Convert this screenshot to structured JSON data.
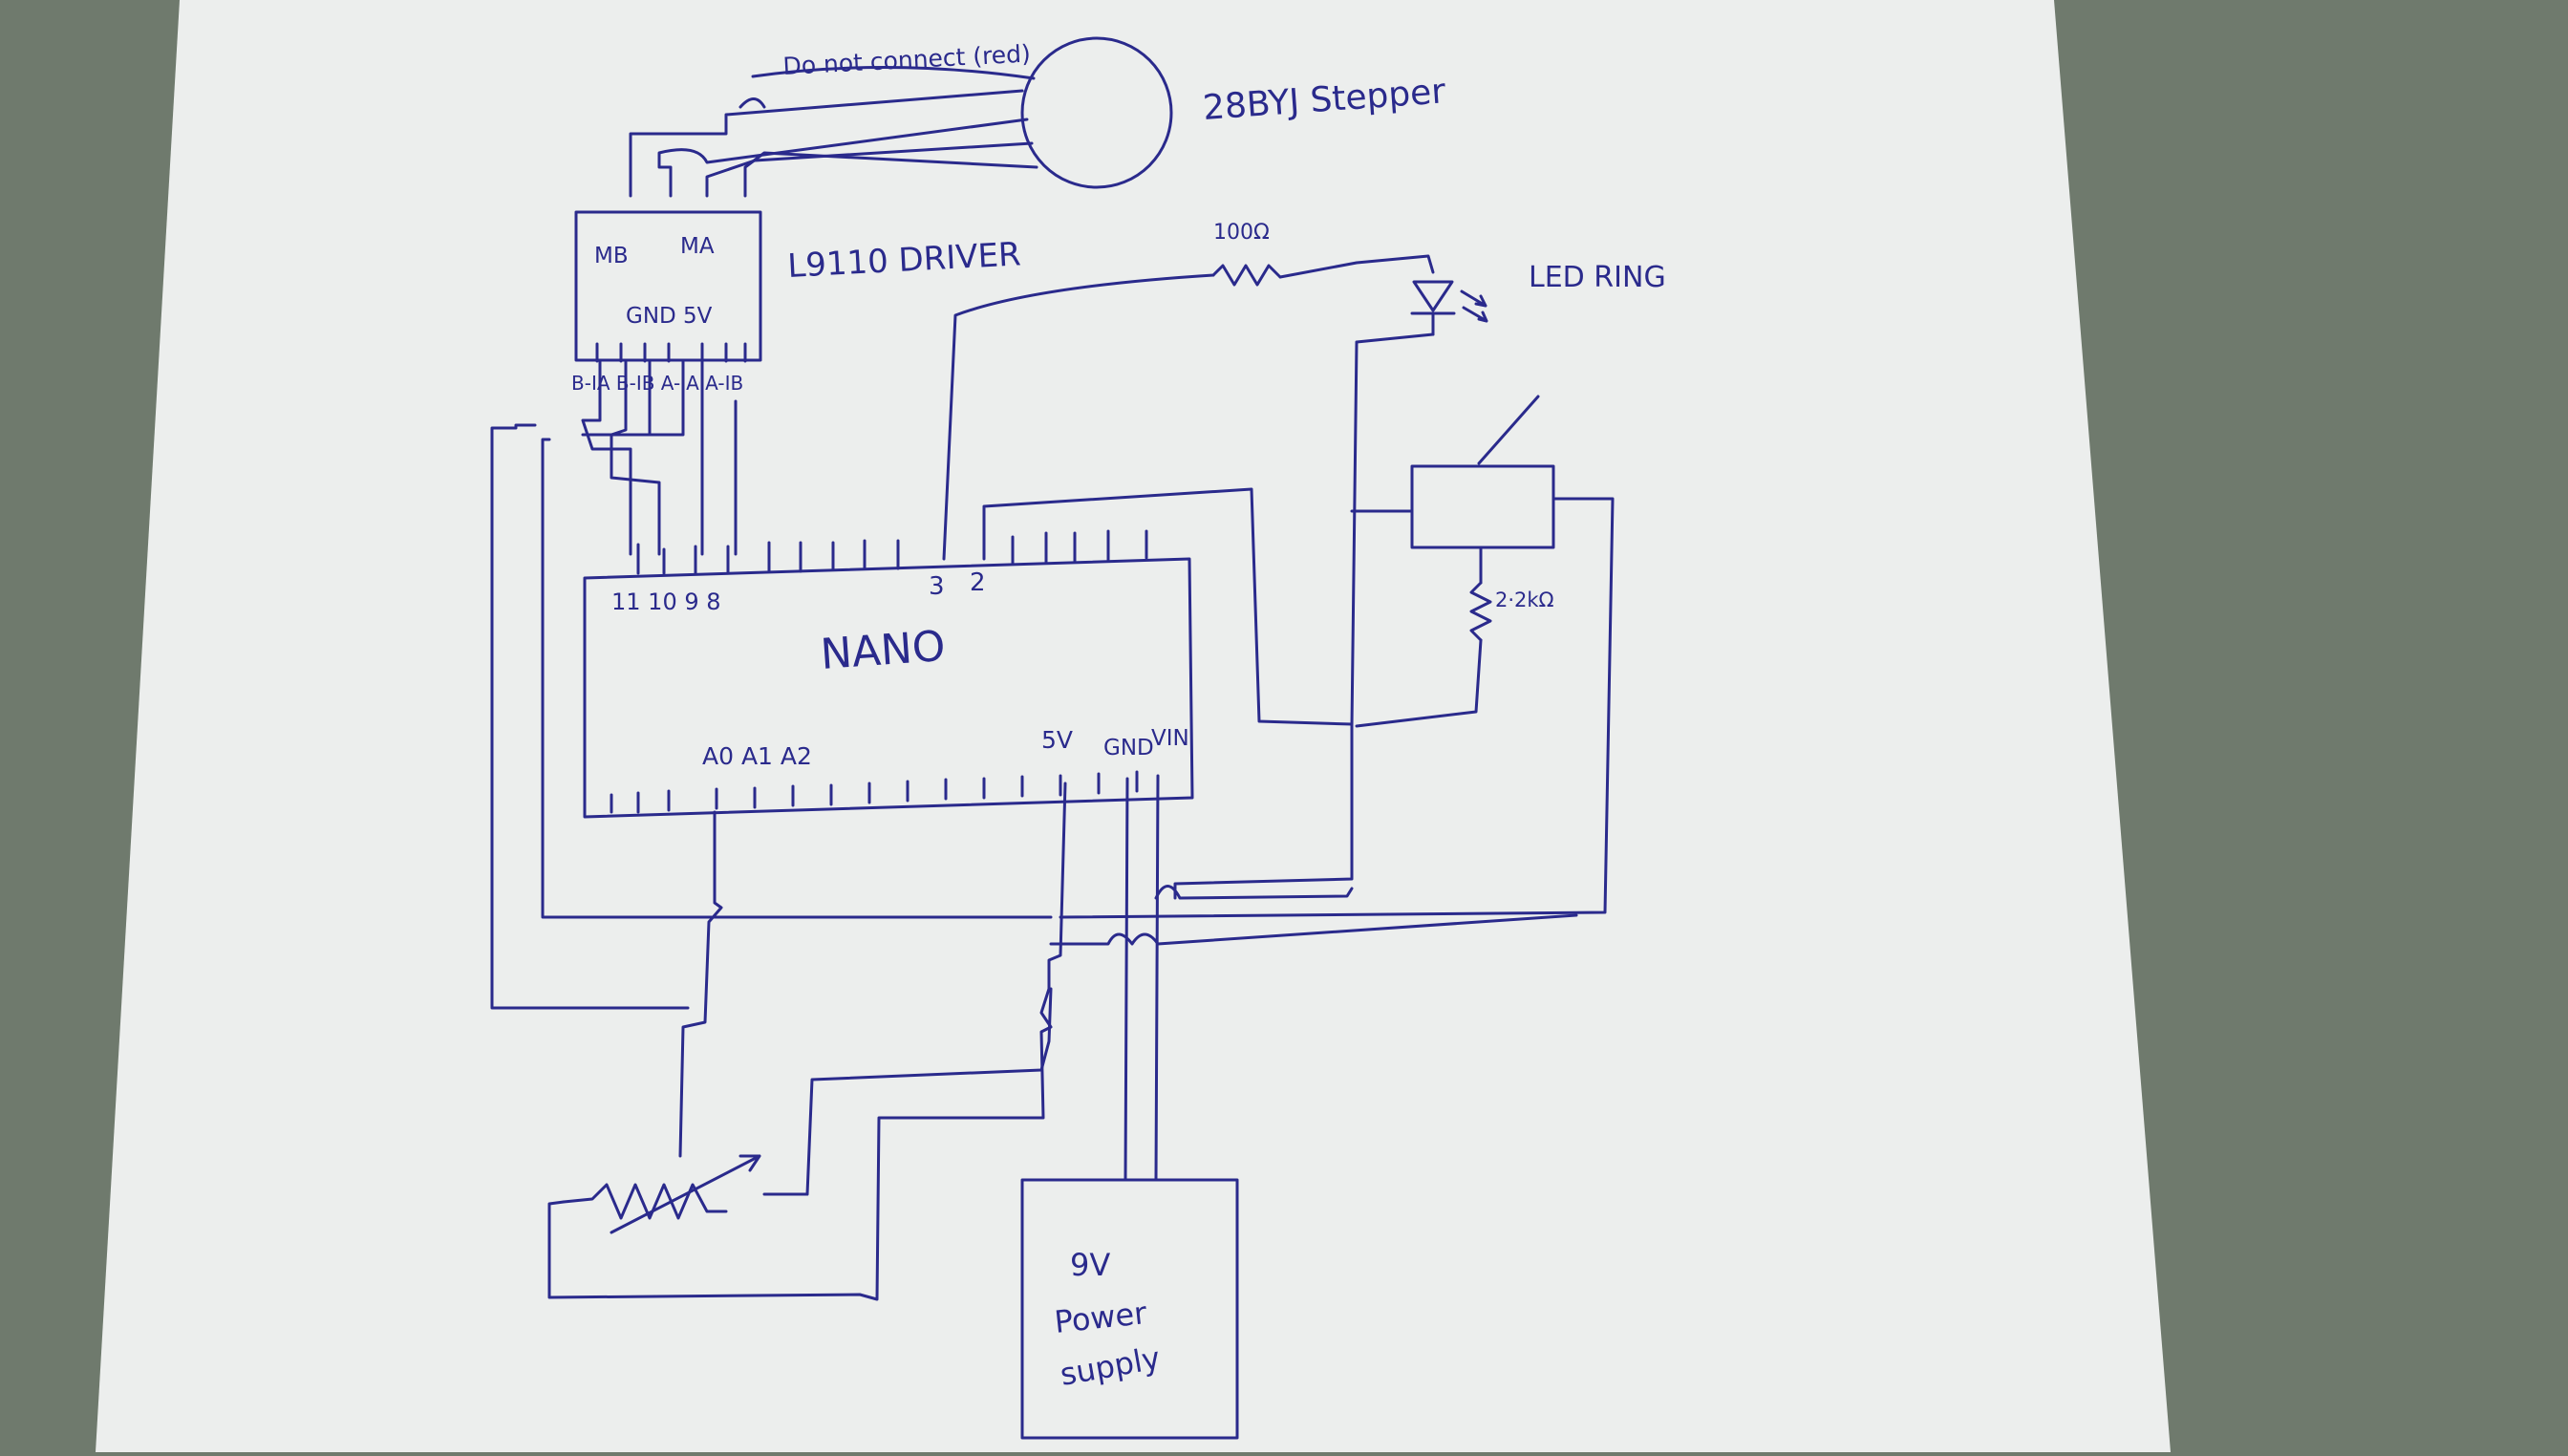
{
  "colors": {
    "desk": "#6f7a6d",
    "paper": "#eeefee",
    "ink": "#2a2a8c"
  },
  "labels": {
    "do_not_connect": "Do not connect (red)",
    "stepper": "28BYJ  Stepper",
    "driver": "L9110 DRIVER",
    "resistor_100": "100Ω",
    "led_ring": "LED RING",
    "resistor_2k2": "2·2kΩ",
    "nano": "NANO",
    "power_supply_line1": "9V",
    "power_supply_line2": "Power",
    "power_supply_line3": "supply"
  },
  "driver_pins": {
    "mb": "MB",
    "ma": "MA",
    "gnd5v": "GND 5V",
    "bottom": "B-IA B-IB   A-IA A-IB"
  },
  "nano_pins": {
    "digital": "11 10 9 8",
    "d3": "3",
    "d2": "2",
    "analog": "A0 A1  A2",
    "power_5v": "5V",
    "gnd": "GND",
    "vin": "VIN"
  }
}
